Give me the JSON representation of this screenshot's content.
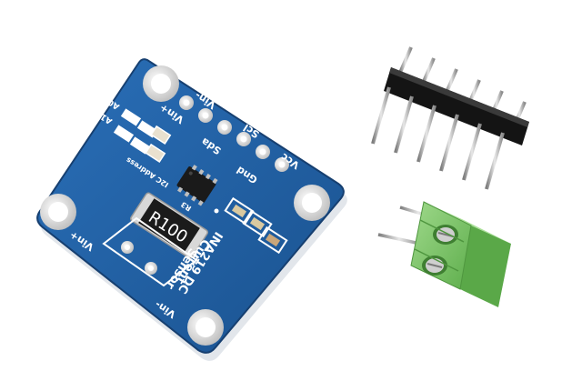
{
  "board": {
    "pins": {
      "vcc": "Vcc",
      "gnd": "Gnd",
      "scl": "Scl",
      "sda": "Sda",
      "vin_minus": "Vin-",
      "vin_plus": "Vin+"
    },
    "jumpers": {
      "a0": "A0",
      "a1": "A1",
      "address": "I2C Address"
    },
    "resistor_label": "R100",
    "r_ref": "R3",
    "terminal_plus": "Vin+",
    "terminal_minus": "Vin-",
    "product_line1": "INA219 DC",
    "product_line2": "Current",
    "product_line3": "Sensor",
    "colors": {
      "pcb": "#1f5fa3",
      "pcb_edge": "#163f70",
      "silkscreen": "#ffffff",
      "pad": "#d8d8d8"
    }
  },
  "accessories": {
    "header_pin_count": "6",
    "terminal_block_color": "#7cc46a"
  }
}
